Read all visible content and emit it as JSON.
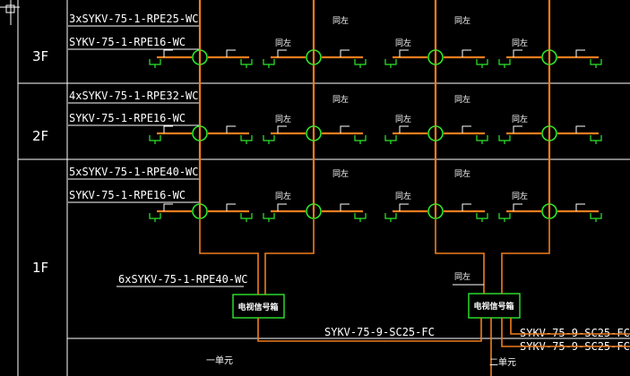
{
  "floors": [
    {
      "name": "3F",
      "cable_main": "3xSYKV-75-1-RPE25-WC",
      "cable_branch": "SYKV-75-1-RPE16-WC"
    },
    {
      "name": "2F",
      "cable_main": "4xSYKV-75-1-RPE32-WC",
      "cable_branch": "SYKV-75-1-RPE16-WC"
    },
    {
      "name": "1F",
      "cable_main": "5xSYKV-75-1-RPE40-WC",
      "cable_branch": "SYKV-75-1-RPE16-WC"
    }
  ],
  "same_label": "同左",
  "riser_cable": "6xSYKV-75-1-RPE40-WC",
  "box_label": "电视信号箱",
  "trunk_cable": "SYKV-75-9-SC25-FC",
  "outgoing_cables": [
    "SYKV-75-9-SC25-FC",
    "SYKV-75-9-SC25-FC"
  ],
  "unit1_label": "一单元",
  "unit2_label": "二单元",
  "colors": {
    "cable": "#f07d1e",
    "device": "#2ee82e",
    "line": "#ffffff",
    "background": "#000000"
  }
}
